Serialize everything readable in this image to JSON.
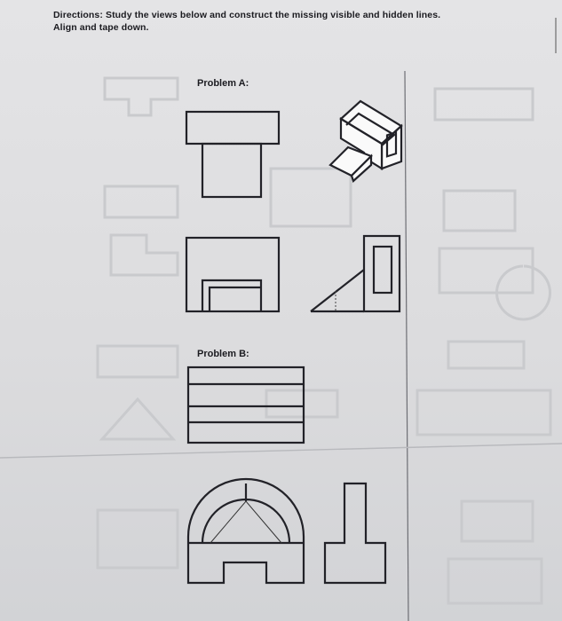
{
  "directions": {
    "line1": "Directions: Study the views below and construct the missing visible and hidden lines.",
    "line2": "Align and tape down."
  },
  "problems": [
    {
      "label": "Problem A:"
    },
    {
      "label": "Problem B:"
    }
  ]
}
